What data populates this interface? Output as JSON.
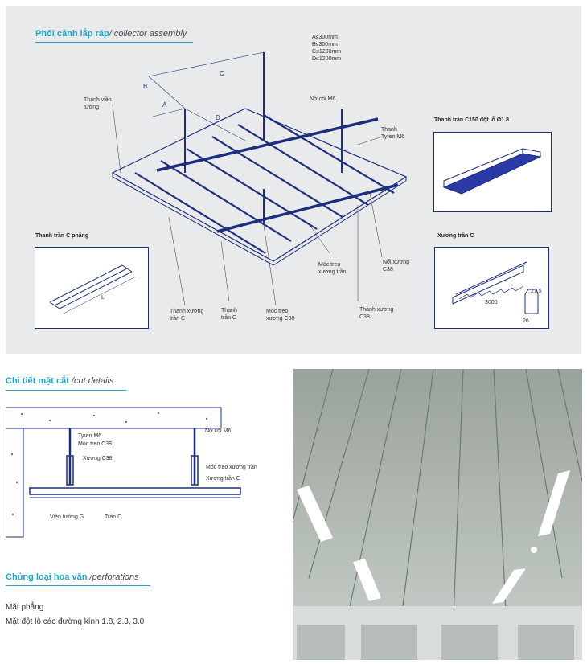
{
  "assembly": {
    "title": "Phối cảnh lắp ráp",
    "subtitle": "/ collector assembly",
    "specs": [
      "A≤300mm",
      "B≤300mm",
      "C≤1200mm",
      "D≤1200mm"
    ],
    "dim_letters": {
      "a": "A",
      "b": "B",
      "c": "C",
      "d": "D"
    },
    "labels": {
      "wall_bar": "Thanh viền\ntường",
      "anchor": "Nở cối M6",
      "rod": "Thanh\nTyren M6",
      "hook_c": "Móc treo\nxương trần",
      "connector": "Nối xương\nC38",
      "keel_c": "Thanh xương\ntrần C",
      "bar_c": "Thanh\ntrần C",
      "hook_c38": "Móc treo\nxương C38",
      "keel_c38": "Thanh xương\nC38"
    }
  },
  "panels": {
    "c150": {
      "title": "Thanh trần C150 đột lỗ Ø1.8"
    },
    "flat": {
      "title": "Thanh trần C phẳng",
      "length_label": "L"
    },
    "keel": {
      "title": "Xương trần C",
      "dims": {
        "length": "3000",
        "height": "27.5",
        "width": "26"
      }
    }
  },
  "cut": {
    "title": "Chi tiết mặt cắt",
    "subtitle": "/cut details",
    "labels": {
      "rod": "Tyren M6",
      "hook38": "Móc treo C38",
      "keel38": "Xương C38",
      "anchor": "Nở cối M6",
      "hook_keel": "Móc treo xương trần",
      "keel_c": "Xương trần C",
      "wall_g": "Viền tường G",
      "ceil_c": "Trần C"
    }
  },
  "perf": {
    "title": "Chủng loại hoa văn",
    "subtitle": "/perforations",
    "items": [
      "Mặt phẳng",
      "Mặt đột lỗ các đường kính 1.8, 2.3, 3.0"
    ]
  }
}
